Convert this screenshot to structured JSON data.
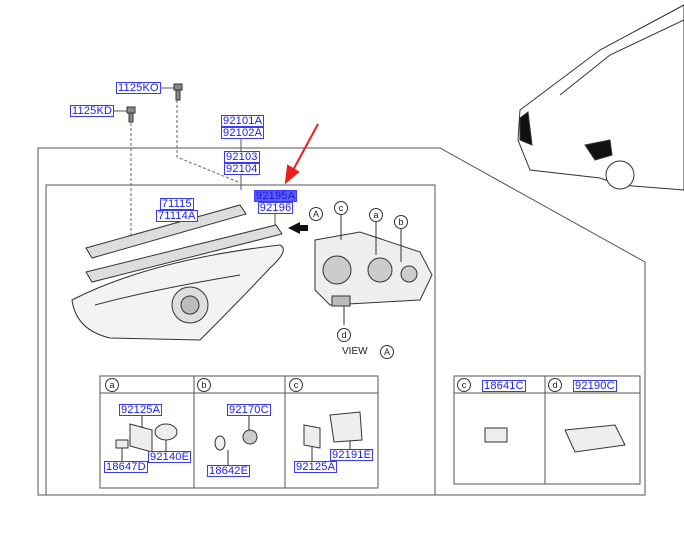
{
  "parts": {
    "bolt_upper": "1125KO",
    "bolt_lower": "1125KD",
    "headlamp_assy": [
      "92101A",
      "92102A"
    ],
    "headlamp_assy_2": [
      "92103",
      "92104"
    ],
    "highlighted": [
      "92195A",
      "92196"
    ],
    "bracket": [
      "71115",
      "71114A"
    ]
  },
  "callouts": {
    "c": "c",
    "a": "a",
    "b": "b",
    "d": "d",
    "view_a": "A"
  },
  "view_label": "VIEW",
  "detail_table": {
    "a": {
      "label": "a",
      "parts": [
        "92125A",
        "92140E",
        "18647D"
      ]
    },
    "b": {
      "label": "b",
      "parts": [
        "92170C",
        "18642E"
      ]
    },
    "c": {
      "label": "c",
      "parts": [
        "92125A",
        "92191E"
      ]
    }
  },
  "side_table": {
    "c": {
      "label": "c",
      "part": "18641C"
    },
    "d": {
      "label": "d",
      "part": "92190C"
    }
  },
  "colors": {
    "part_label": "#1a1aff",
    "highlight": "#5a5aff",
    "arrow": "#e8201c"
  }
}
